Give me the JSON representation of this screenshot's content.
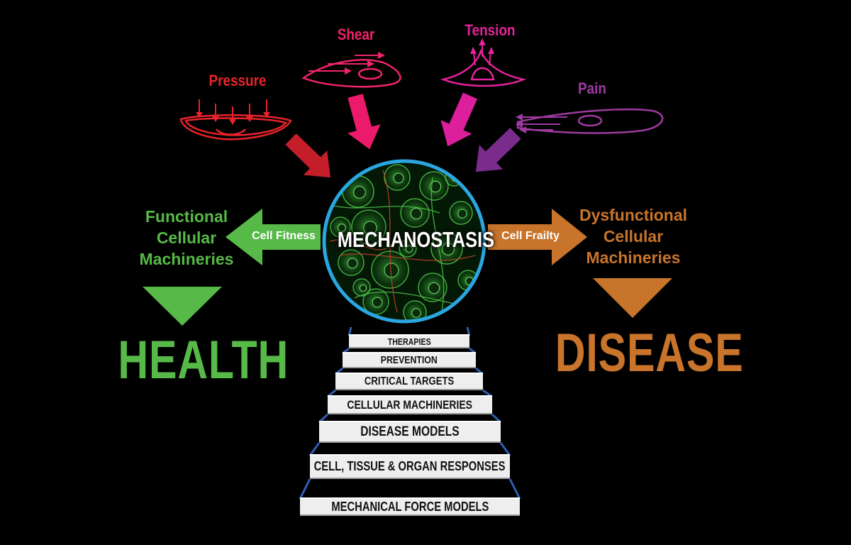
{
  "forces": {
    "pressure": {
      "label": "Pressure",
      "color": "#e8232a",
      "arrow_color": "#c41e2b"
    },
    "shear": {
      "label": "Shear",
      "color": "#ef2566",
      "arrow_color": "#ec1a6b"
    },
    "tension": {
      "label": "Tension",
      "color": "#e4229a",
      "arrow_color": "#dc1f9a"
    },
    "pain": {
      "label": "Pain",
      "color": "#9e3aa0",
      "arrow_color": "#7a2c8c"
    }
  },
  "center": {
    "label": "MECHANOSTASIS",
    "ring_color": "#2aa6e0"
  },
  "health": {
    "title_lines": [
      "Functional",
      "Cellular",
      "Machineries"
    ],
    "arrow_label": "Cell Fitness",
    "outcome": "HEALTH",
    "color": "#57b947"
  },
  "disease": {
    "title_lines": [
      "Dysfunctional",
      "Cellular",
      "Machineries"
    ],
    "arrow_label": "Cell Frailty",
    "outcome": "DISEASE",
    "color": "#c8742b"
  },
  "steps": [
    "THERAPIES",
    "PREVENTION",
    "CRITICAL TARGETS",
    "CELLULAR MACHINERIES",
    "DISEASE MODELS",
    "CELL, TISSUE & ORGAN RESPONSES",
    "MECHANICAL FORCE MODELS"
  ],
  "stair_edge_color": "#2f5fb3"
}
